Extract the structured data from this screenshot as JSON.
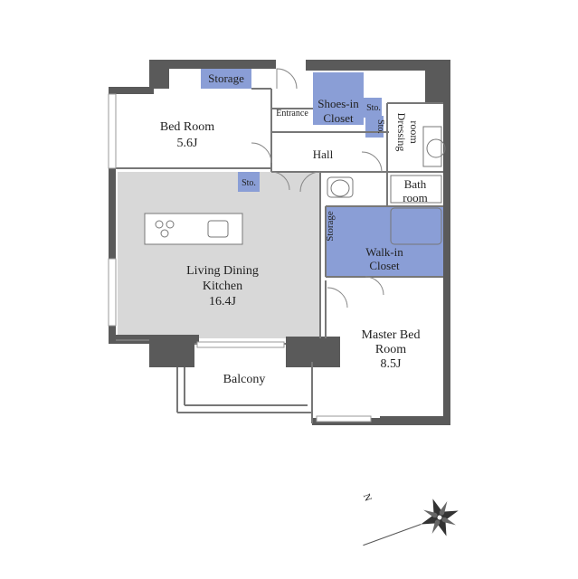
{
  "rooms": {
    "storage_top": "Storage",
    "bed_room": {
      "name": "Bed Room",
      "size": "5.6J"
    },
    "entrance": "Entrance",
    "shoes_closet": {
      "line1": "Shoes-in",
      "line2": "Closet"
    },
    "sto_a": "Sto.",
    "sto_b": "Sto.",
    "sto_c": "Sto.",
    "dressing_room": {
      "line1": "Dressing",
      "line2": "room"
    },
    "hall": "Hall",
    "bath_room": {
      "line1": "Bath",
      "line2": "room"
    },
    "storage_side": "Storage",
    "walkin_closet": {
      "line1": "Walk-in",
      "line2": "Closet"
    },
    "ldk": {
      "line1": "Living Dining",
      "line2": "Kitchen",
      "size": "16.4J"
    },
    "master_bed": {
      "line1": "Master Bed",
      "line2": "Room",
      "size": "8.5J"
    },
    "balcony": "Balcony"
  },
  "compass": {
    "label": "N"
  },
  "colors": {
    "wall": "#5a5a5a",
    "closet_fill": "#8a9ed6",
    "ldk_fill": "#d8d8d8",
    "line": "#777777"
  }
}
